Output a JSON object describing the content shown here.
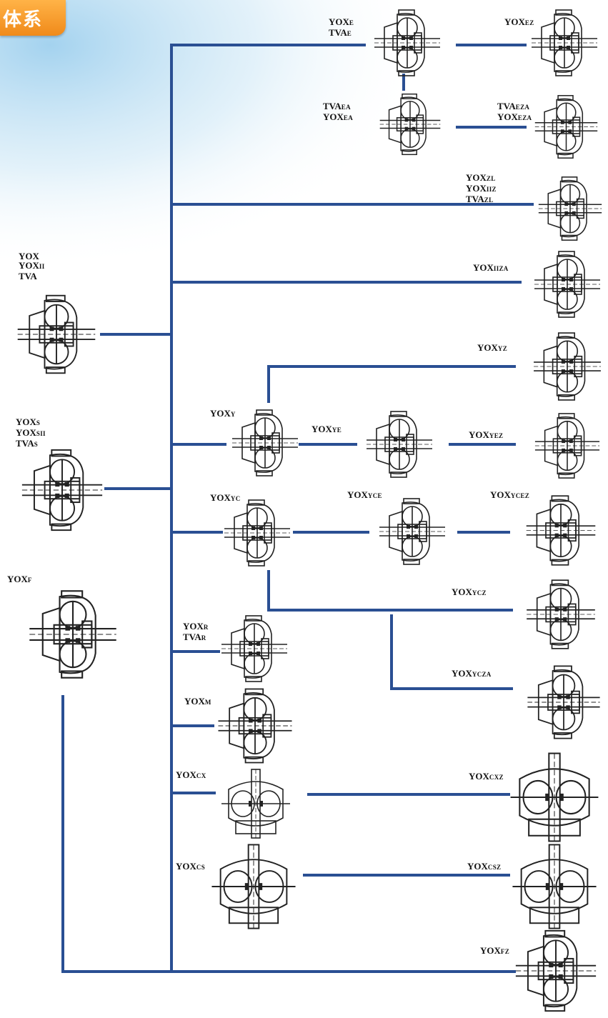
{
  "header": {
    "badge_text": "体系",
    "badge_color": "#f39a2a"
  },
  "colors": {
    "line": "#2a4f93",
    "drawing": "#222222",
    "bg_tint": "#bfe0f3"
  },
  "labels": {
    "yox_main": [
      {
        "b": "YOX",
        "s": ""
      },
      {
        "b": "YOX",
        "s": "II"
      },
      {
        "b": "TVA",
        "s": ""
      }
    ],
    "yox_s": [
      {
        "b": "YOX",
        "s": "S"
      },
      {
        "b": "YOX",
        "s": "SII"
      },
      {
        "b": "TVA",
        "s": "S"
      }
    ],
    "yox_f": [
      {
        "b": "YOX",
        "s": "F"
      }
    ],
    "yox_e": [
      {
        "b": "YOX",
        "s": "E"
      },
      {
        "b": "TVA",
        "s": "E"
      }
    ],
    "yox_ez": [
      {
        "b": "YOX",
        "s": "EZ"
      }
    ],
    "tva_ea": [
      {
        "b": "TVA",
        "s": "EA"
      },
      {
        "b": "YOX",
        "s": "EA"
      }
    ],
    "tva_eza": [
      {
        "b": "TVA",
        "s": "EZA"
      },
      {
        "b": "YOX",
        "s": "EZA"
      }
    ],
    "yox_zl": [
      {
        "b": "YOX",
        "s": "ZL"
      },
      {
        "b": "YOX",
        "s": "IIZ"
      },
      {
        "b": "TVA",
        "s": "ZL"
      }
    ],
    "yox_iiza": [
      {
        "b": "YOX",
        "s": "IIZA"
      }
    ],
    "yox_yz": [
      {
        "b": "YOX",
        "s": "YZ"
      }
    ],
    "yox_y": [
      {
        "b": "YOX",
        "s": "Y"
      }
    ],
    "yox_ye": [
      {
        "b": "YOX",
        "s": "YE"
      }
    ],
    "yox_yez": [
      {
        "b": "YOX",
        "s": "YEZ"
      }
    ],
    "yox_yc": [
      {
        "b": "YOX",
        "s": "YC"
      }
    ],
    "yox_yce": [
      {
        "b": "YOX",
        "s": "YCE"
      }
    ],
    "yox_ycez": [
      {
        "b": "YOX",
        "s": "YCEZ"
      }
    ],
    "yox_ycz": [
      {
        "b": "YOX",
        "s": "YCZ"
      }
    ],
    "yox_ycza": [
      {
        "b": "YOX",
        "s": "YCZA"
      }
    ],
    "yox_r": [
      {
        "b": "YOX",
        "s": "R"
      },
      {
        "b": "TVA",
        "s": "R"
      }
    ],
    "yox_m": [
      {
        "b": "YOX",
        "s": "M"
      }
    ],
    "yox_cx": [
      {
        "b": "YOX",
        "s": "CX"
      }
    ],
    "yox_cxz": [
      {
        "b": "YOX",
        "s": "CXZ"
      }
    ],
    "yox_cs": [
      {
        "b": "YOX",
        "s": "CS"
      }
    ],
    "yox_csz": [
      {
        "b": "YOX",
        "s": "CSZ"
      }
    ],
    "yox_fz": [
      {
        "b": "YOX",
        "s": "FZ"
      }
    ]
  }
}
